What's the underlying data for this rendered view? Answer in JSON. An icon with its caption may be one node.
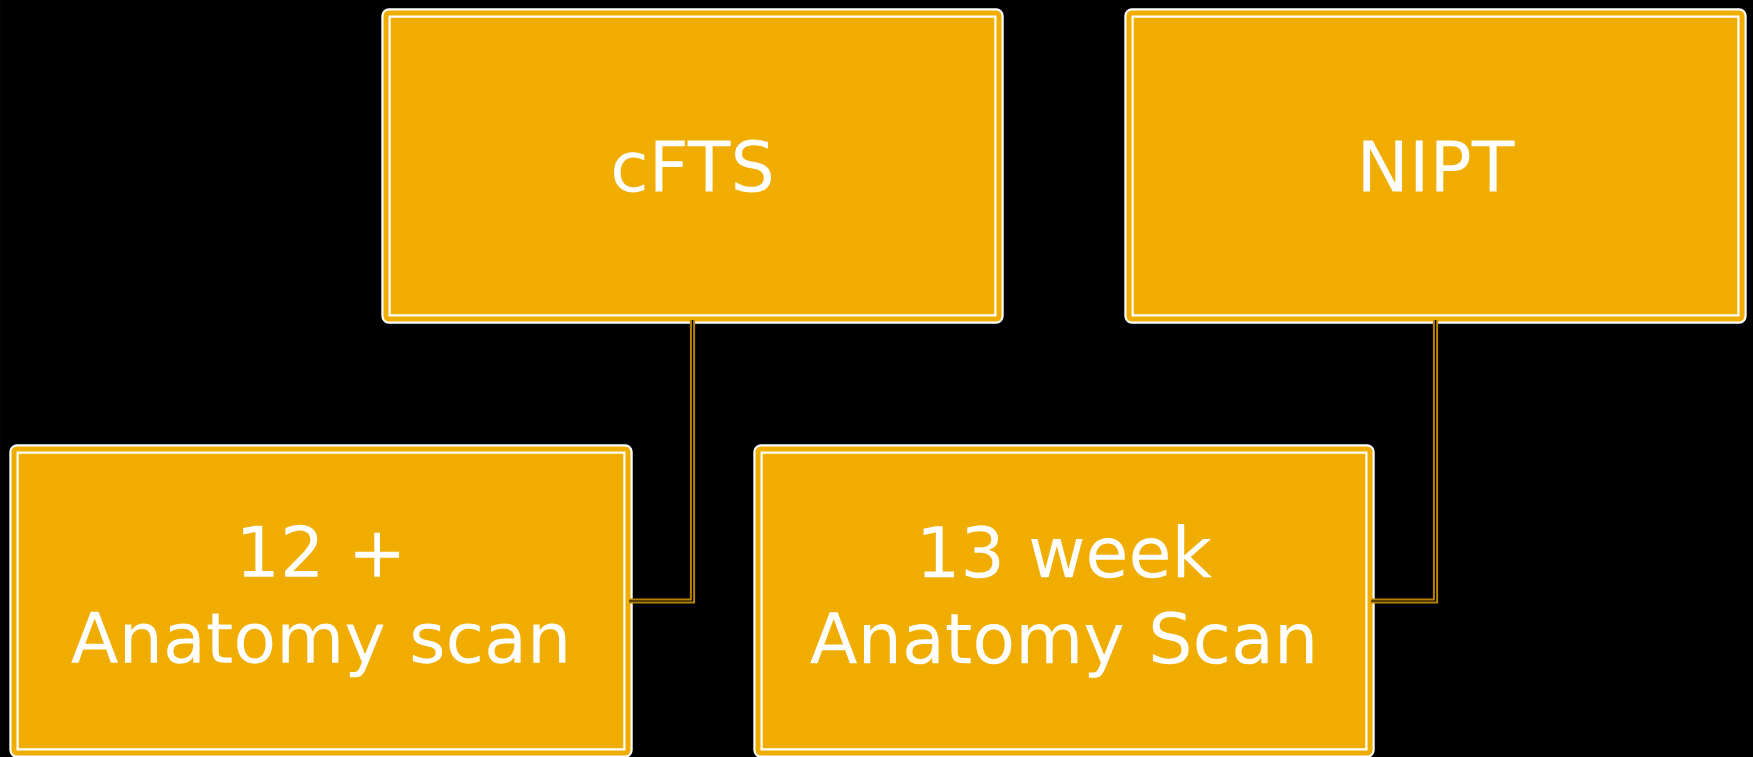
{
  "diagram": {
    "nodes": [
      {
        "text": [
          "cFTS"
        ]
      },
      {
        "text": [
          "NIPT"
        ]
      },
      {
        "text": [
          "12 + Anatomy scan"
        ]
      },
      {
        "text": [
          "13 week Anatomy Scan"
        ]
      }
    ],
    "edges": [
      {
        "from": 0,
        "to": 2,
        "arrow": "none"
      },
      {
        "from": 1,
        "to": 3,
        "arrow": "none"
      }
    ]
  }
}
